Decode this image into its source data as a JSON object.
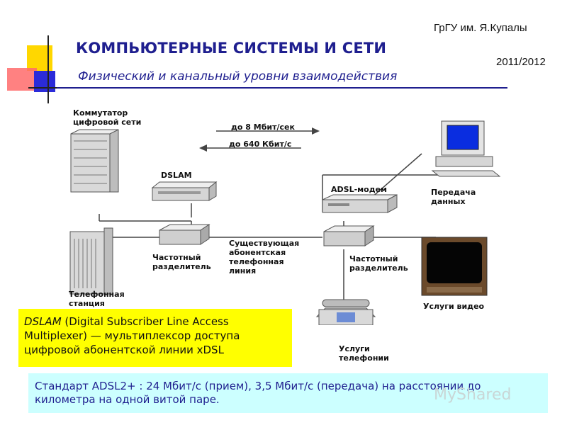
{
  "header": {
    "university": "ГрГУ им. Я.Купалы",
    "year": "2011/2012",
    "title": "КОМПЬЮТЕРНЫЕ СИСТЕМЫ И СЕТИ",
    "subtitle": "Физический и канальный уровни взаимодействия"
  },
  "diagram": {
    "switch_label": [
      "Коммутатор",
      "цифровой сети"
    ],
    "dslam_label": "DSLAM",
    "downstream": "до 8 Мбит/сек",
    "upstream": "до 640 Кбит/с",
    "modem_label": "ADSL-модем",
    "data_label": [
      "Передача",
      "данных"
    ],
    "splitter_left": [
      "Частотный",
      "разделитель"
    ],
    "line_label": [
      "Существующая",
      "абонентская",
      "телефонная",
      "линия"
    ],
    "splitter_right": [
      "Частотный",
      "разделитель"
    ],
    "station_label": [
      "Телефонная",
      "станция"
    ],
    "video_label": "Услуги видео",
    "phone_label": [
      "Услуги",
      "телефонии"
    ]
  },
  "notes": {
    "dslam_term": "DSLAM",
    "dslam_desc": " (Digital Subscriber Line Access Multiplexer) — мультиплексор доступа цифровой абонентской линии xDSL",
    "adsl": "Стандарт ADSL2+ : 24 Мбит/с (прием), 3,5 Мбит/с (передача) на расстоянии до километра на одной витой паре."
  },
  "watermark": "MyShared",
  "colors": {
    "title": "#1f1f8f",
    "highlight": "#ffff00",
    "note_bg": "#ccffff"
  }
}
